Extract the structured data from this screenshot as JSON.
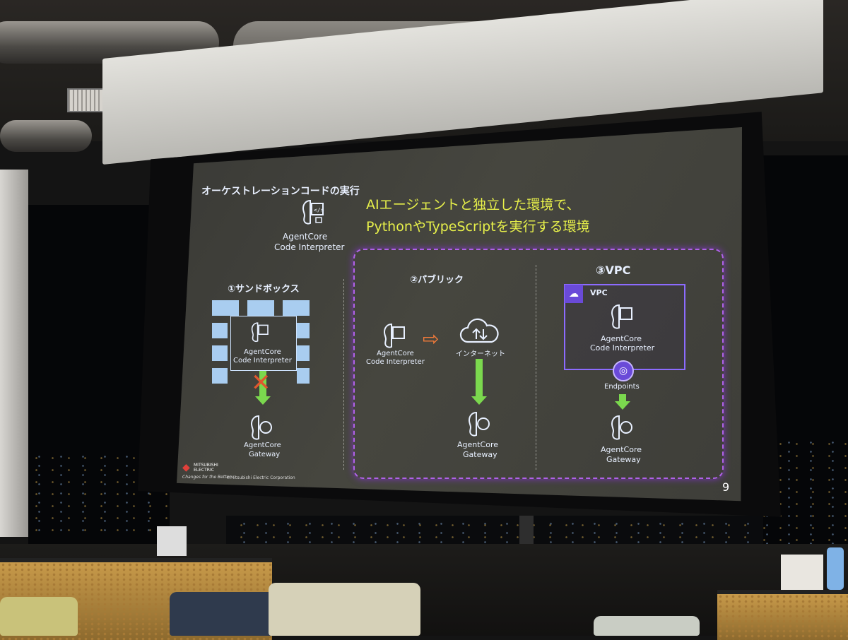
{
  "slide": {
    "heading": "オーケストレーションコードの実行",
    "tagline_line1": "AIエージェントと独立した環境で、",
    "tagline_line2": "PythonやTypeScriptを実行する環境",
    "main_icon_label_1": "AgentCore",
    "main_icon_label_2": "Code Interpreter",
    "page_number": "9",
    "copyright": "©Mitsubishi Electric Corporation",
    "logo_text_1": "MITSUBISHI",
    "logo_text_2": "ELECTRIC",
    "logo_slogan": "Changes for the Better"
  },
  "sections": {
    "sandbox": {
      "title": "①サンドボックス",
      "interp_1": "AgentCore",
      "interp_2": "Code Interpreter",
      "gateway_1": "AgentCore",
      "gateway_2": "Gateway"
    },
    "public": {
      "title": "②パブリック",
      "interp_1": "AgentCore",
      "interp_2": "Code Interpreter",
      "internet": "インターネット",
      "gateway_1": "AgentCore",
      "gateway_2": "Gateway"
    },
    "vpc": {
      "title": "③VPC",
      "vpc_label": "VPC",
      "interp_1": "AgentCore",
      "interp_2": "Code Interpreter",
      "endpoints": "Endpoints",
      "gateway_1": "AgentCore",
      "gateway_2": "Gateway"
    }
  },
  "colors": {
    "accent_yellow": "#e7f04a",
    "purple": "#b062e8",
    "green_arrow": "#7bd84e",
    "red_cross": "#e0572e",
    "orange_arrow": "#f07a3a"
  }
}
